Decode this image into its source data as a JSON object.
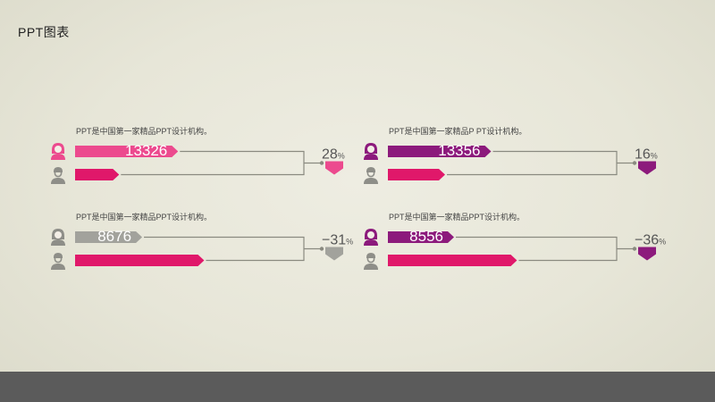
{
  "slide": {
    "title": "PPT图表"
  },
  "colors": {
    "male": "#e0186a",
    "gray_icon": "#8e8e88",
    "connector": "#8a8a80",
    "panel_colors": [
      "#ec4a8e",
      "#8c1a7c",
      "#a2a29c",
      "#8c1a7c"
    ]
  },
  "chart_data": [
    {
      "type": "bar",
      "caption": "PPT是中国第一家精品PPT设计机构。",
      "top_icon": "female-icon",
      "bottom_icon": "male-icon",
      "top_value": 13326,
      "top_label": "13326",
      "bottom_value": 5700,
      "percent_number": "28",
      "percent_sign": "%",
      "arrow": "down"
    },
    {
      "type": "bar",
      "caption": "PPT是中国第一家精品P PT设计机构。",
      "top_icon": "female-icon",
      "bottom_icon": "male-icon",
      "top_value": 13356,
      "top_label": "13356",
      "bottom_value": 7400,
      "percent_number": "16",
      "percent_sign": "%",
      "arrow": "down"
    },
    {
      "type": "bar",
      "caption": "PPT是中国第一家精品PPT设计机构。",
      "top_icon": "female-icon",
      "bottom_icon": "male-icon",
      "top_value": 8676,
      "top_label": "8676",
      "bottom_value": 16700,
      "percent_number": "−31",
      "percent_sign": "%",
      "arrow": "down"
    },
    {
      "type": "bar",
      "caption": "PPT是中国第一家精品PPT设计机构。",
      "top_icon": "female-icon",
      "bottom_icon": "male-icon",
      "top_value": 8556,
      "top_label": "8556",
      "bottom_value": 16700,
      "percent_number": "−36",
      "percent_sign": "%",
      "arrow": "down"
    }
  ]
}
